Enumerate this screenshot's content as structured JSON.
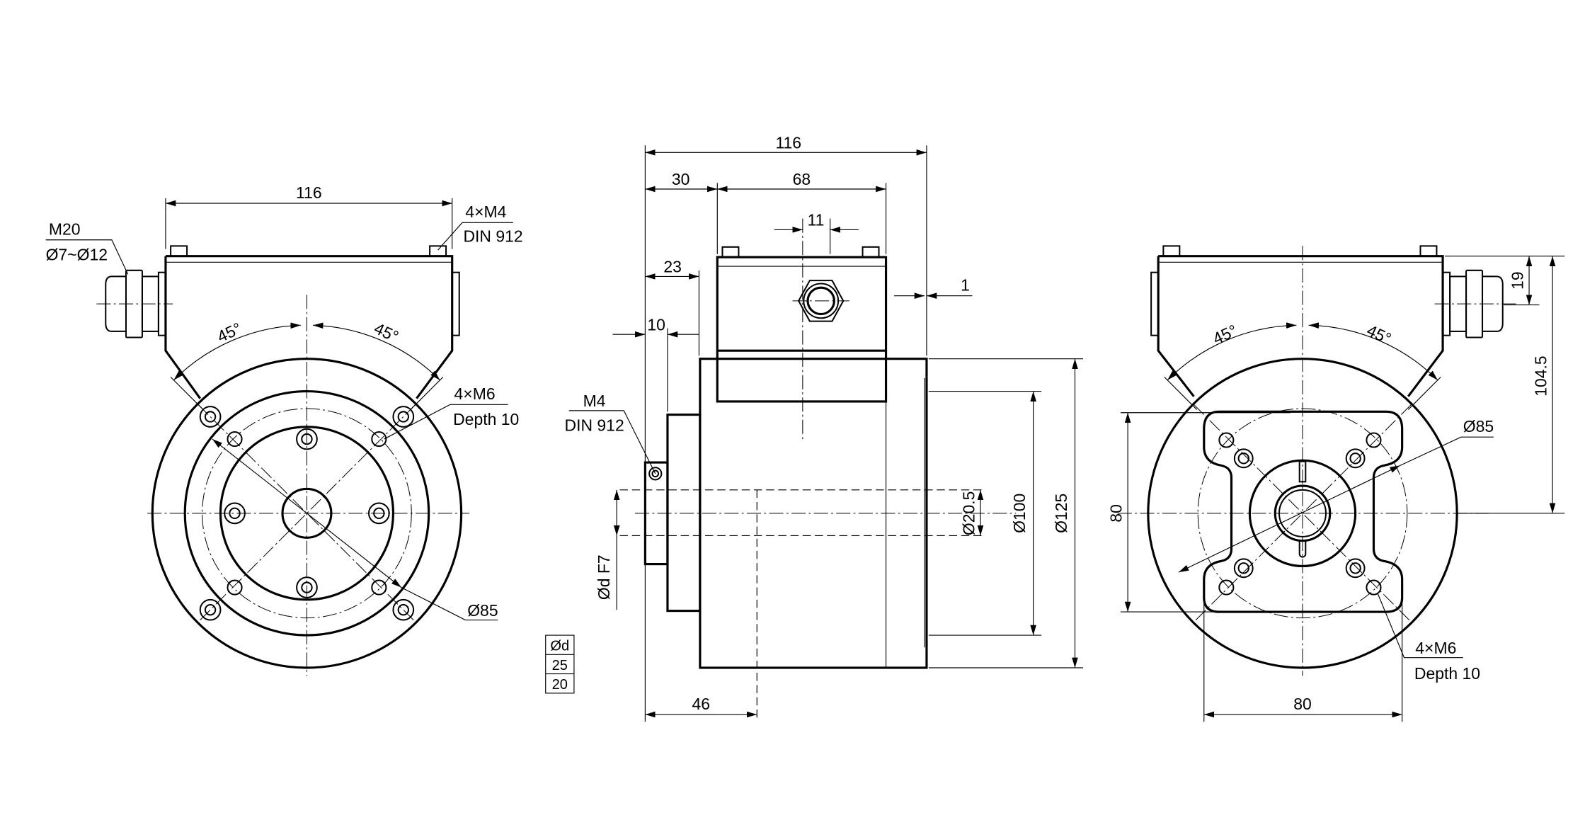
{
  "drawing": {
    "stroke_color": "#000000",
    "background": "#ffffff",
    "front_view": {
      "width_dim": "116",
      "cable_gland_label": "M20",
      "cable_gland_range": "Ø7~Ø12",
      "cover_screw_label": "4×M4",
      "cover_screw_std": "DIN 912",
      "angle_left": "45°",
      "angle_right": "45°",
      "thread_label": "4×M6",
      "thread_depth": "Depth 10",
      "bolt_circle": "Ø85"
    },
    "side_view": {
      "overall_length": "116",
      "dim_30": "30",
      "dim_68": "68",
      "dim_11": "11",
      "dim_23": "23",
      "dim_10": "10",
      "dim_1": "1",
      "dim_46": "46",
      "dia_bore": "Ø20.5",
      "dia_100": "Ø100",
      "dia_125": "Ø125",
      "shaft_fit": "Ød F7",
      "clamp_screw_label": "M4",
      "clamp_screw_std": "DIN 912",
      "table": {
        "header": "Ød",
        "rows": [
          "25",
          "20"
        ]
      }
    },
    "rear_view": {
      "dim_19": "19",
      "dim_104_5": "104.5",
      "dim_80_vertical": "80",
      "dim_80_horizontal": "80",
      "bolt_circle": "Ø85",
      "angle_left": "45°",
      "angle_right": "45°",
      "thread_label": "4×M6",
      "thread_depth": "Depth 10"
    }
  }
}
